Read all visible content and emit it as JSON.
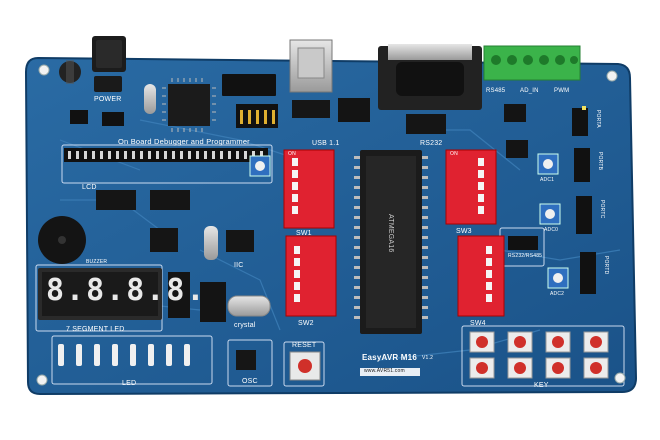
{
  "board": {
    "brand": "EasyAVR M16",
    "version": "V1.2",
    "website": "www.AVR51.com",
    "colors": {
      "pcb": "#1f5f98",
      "silk": "#ffffff",
      "dip": "#e02230",
      "terminal": "#3bb34a",
      "ic": "#1b1b1b",
      "key": "#d0302a"
    }
  },
  "labels": {
    "power": "POWER",
    "debugger": "On Board Debugger and Programmer",
    "usb": "USB 1.1",
    "rs232": "RS232",
    "rs485": "RS485",
    "ad_in": "AD_IN",
    "pwm": "PWM",
    "lcd": "LCD",
    "buzzer": "BUZZER",
    "seg_led": "7 SEGMENT LED",
    "led": "LED",
    "iic": "IIC",
    "crystal": "crystal",
    "osc": "OSC",
    "reset": "RESET",
    "sw1": "SW1",
    "sw2": "SW2",
    "sw3": "SW3",
    "sw4": "SW4",
    "adc1": "ADC1",
    "adc0": "ADC0",
    "adc2": "ADC2",
    "porta": "PORTA",
    "portb": "PORTB",
    "portc": "PORTC",
    "portd": "PORTD",
    "rs232_mode": "RS232/RS485",
    "key": "KEY",
    "chip_text": "ATMEGA16",
    "segment_display": "8.8.8.8.",
    "dip_on": "ON"
  }
}
